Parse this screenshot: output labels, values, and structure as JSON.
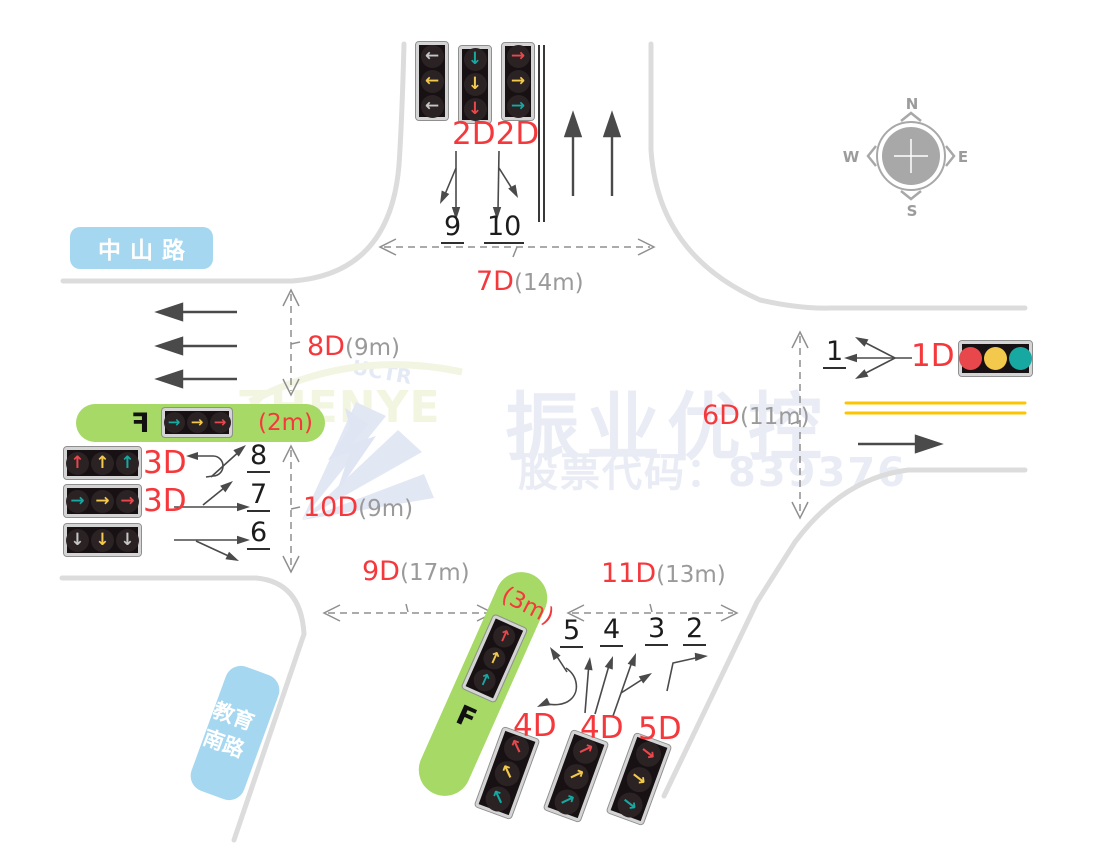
{
  "theme": {
    "accent_red": "#f5383c",
    "gray_text": "#9a9a9a",
    "signal_red": "#e8484c",
    "signal_yellow": "#f2c94c",
    "signal_teal": "#16a8a1",
    "signal_silver": "#c6c6c6",
    "lane_green": "#a6d965",
    "road_edge": "#dcdcdc",
    "label_blue": "#a5d7f0",
    "yellow_line": "#fdc500",
    "watermark": "#e9ecf5",
    "ink": "#1c1c1c",
    "movement_arrow": "#4a4a4a",
    "dash_gray": "#8f8f8f"
  },
  "compass": {
    "north": "N",
    "east": "E",
    "south": "S",
    "west": "W"
  },
  "roads": {
    "west_name": "中山路",
    "south_name": "教育南路"
  },
  "watermark": {
    "brand": "振业优控",
    "stock": "股票代码：839376",
    "latin": "ZHENYE",
    "arc_text": "UCTR"
  },
  "lane_marks": {
    "west_f": "F",
    "south_f": "F",
    "west_width": "(2m)",
    "south_width": "(3m)"
  },
  "detectors": {
    "d1": "1D",
    "d2a": "2D",
    "d2b": "2D",
    "d3a": "3D",
    "d3b": "3D",
    "d4a": "4D",
    "d4b": "4D",
    "d5": "5D"
  },
  "measurements": {
    "m7": {
      "id": "7D",
      "len": "(14m)"
    },
    "m8": {
      "id": "8D",
      "len": "(9m)"
    },
    "m10": {
      "id": "10D",
      "len": "(9m)"
    },
    "m6": {
      "id": "6D",
      "len": "(11m)"
    },
    "m9": {
      "id": "9D",
      "len": "(17m)"
    },
    "m11": {
      "id": "11D",
      "len": "(13m)"
    }
  },
  "lane_numbers": {
    "n1": "1",
    "n2": "2",
    "n3": "3",
    "n4": "4",
    "n5": "5",
    "n6": "6",
    "n7": "7",
    "n8": "8",
    "n9": "9",
    "n10": "10"
  },
  "signal_heads": {
    "north_left": {
      "glyph": "←",
      "colors": [
        "silver",
        "yellow",
        "silver"
      ]
    },
    "north_mid": {
      "glyph": "↓",
      "colors": [
        "teal",
        "yellow",
        "red"
      ]
    },
    "north_right": {
      "glyph": "→",
      "colors": [
        "red",
        "yellow",
        "teal"
      ]
    },
    "west_up": {
      "glyph": "↑",
      "colors": [
        "red",
        "yellow",
        "teal"
      ]
    },
    "west_right": {
      "glyph": "→",
      "colors": [
        "teal",
        "yellow",
        "red"
      ]
    },
    "west_down": {
      "glyph": "↓",
      "colors": [
        "silver",
        "yellow",
        "silver"
      ]
    },
    "west_lane": {
      "glyph": "→",
      "colors": [
        "teal",
        "yellow",
        "red"
      ]
    },
    "south_lane": {
      "glyph": "↑",
      "colors": [
        "red",
        "yellow",
        "teal"
      ]
    },
    "south_left": {
      "glyph": "↖",
      "colors": [
        "red",
        "yellow",
        "teal"
      ]
    },
    "south_mid": {
      "glyph": "↗",
      "colors": [
        "red",
        "yellow",
        "teal"
      ]
    },
    "south_right": {
      "glyph": "→",
      "colors": [
        "red",
        "yellow",
        "teal"
      ]
    },
    "east_ball": {
      "glyph": "",
      "colors": [
        "red",
        "yellow",
        "teal"
      ]
    }
  }
}
